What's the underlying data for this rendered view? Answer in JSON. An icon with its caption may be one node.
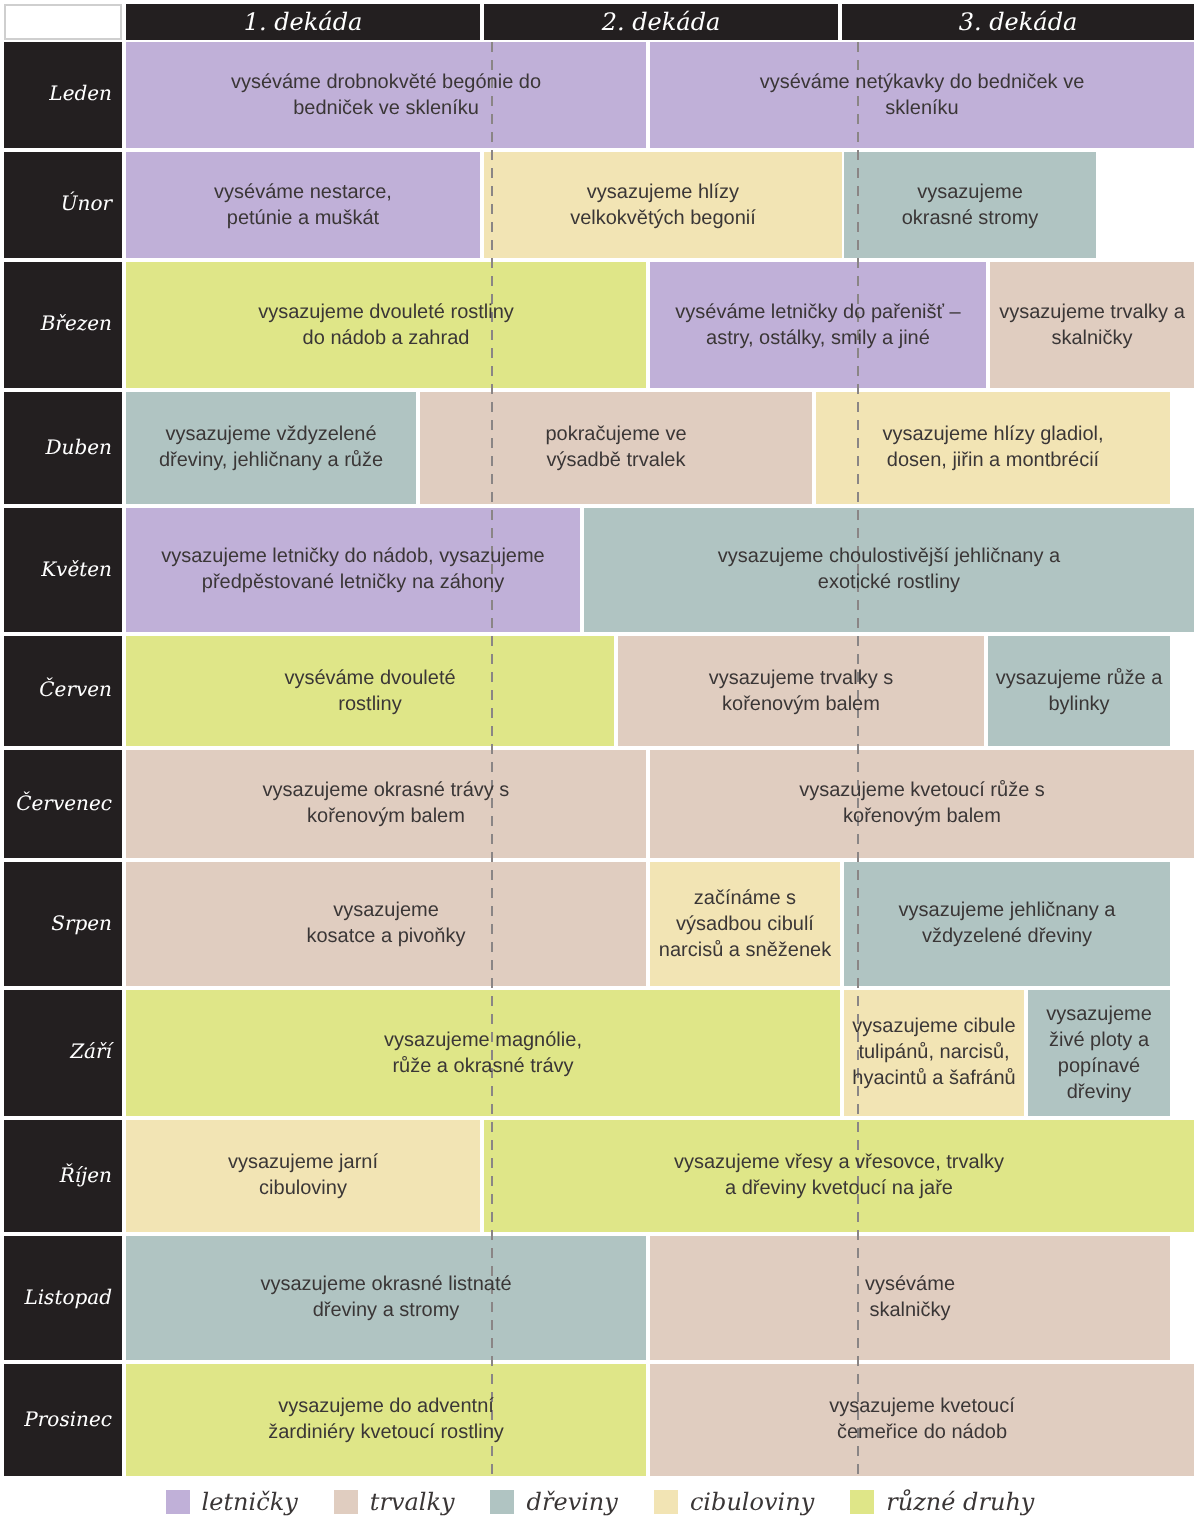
{
  "diagram": {
    "nodes": [
      {
        "text": [
          "1. dekáda"
        ]
      },
      {
        "text": [
          "2. dekáda"
        ]
      },
      {
        "text": [
          "3. dekáda"
        ]
      },
      {
        "text": [
          "Leden"
        ]
      },
      {
        "text": [
          "vyséváme drobnokvěté begónie do bedniček ve skleníku"
        ]
      },
      {
        "text": [
          "vyséváme netýkavky do bedniček ve skleníku"
        ]
      },
      {
        "text": [
          "Únor"
        ]
      },
      {
        "text": [
          "vyséváme nestarce, petúnie a muškát"
        ]
      },
      {
        "text": [
          "vysazujeme hlízy velkokvětých begonií"
        ]
      },
      {
        "text": [
          "vysazujeme okrasné stromy"
        ]
      },
      {
        "text": [
          "Březen"
        ]
      },
      {
        "text": [
          "vysazujeme dvouleté rostliny do nádob a zahrad"
        ]
      },
      {
        "text": [
          "vyséváme letničky do pařenišť – astry, ostálky, smily a jiné"
        ]
      },
      {
        "text": [
          "vysazujeme trvalky a skalničky"
        ]
      },
      {
        "text": [
          "Duben"
        ]
      },
      {
        "text": [
          "vysazujeme vždyzelené dřeviny, jehličnany a růže"
        ]
      },
      {
        "text": [
          "pokračujeme ve výsadbě trvalek"
        ]
      },
      {
        "text": [
          "vysazujeme hlízy gladiol, dosen, jiřin a montbrécií"
        ]
      },
      {
        "text": [
          "Květen"
        ]
      },
      {
        "text": [
          "vysazujeme letničky do nádob, vysazujeme předpěstované letničky na záhony"
        ]
      },
      {
        "text": [
          "vysazujeme choulostivější jehličnany a exotické rostliny"
        ]
      },
      {
        "text": [
          "Červen"
        ]
      },
      {
        "text": [
          "vyséváme dvouleté rostliny"
        ]
      },
      {
        "text": [
          "vysazujeme trvalky s kořenovým balem"
        ]
      },
      {
        "text": [
          "vysazujeme růže a bylinky"
        ]
      },
      {
        "text": [
          "Červenec"
        ]
      },
      {
        "text": [
          "vysazujeme okrasné trávy s kořenovým balem"
        ]
      },
      {
        "text": [
          "vysazujeme kvetoucí růže s kořenovým balem"
        ]
      },
      {
        "text": [
          "Srpen"
        ]
      },
      {
        "text": [
          "vysazujeme kosatce a pivoňky"
        ]
      },
      {
        "text": [
          "začínáme s výsadbou cibulí narcisů a sněženek"
        ]
      },
      {
        "text": [
          "vysazujeme jehličnany a vždyzelené dřeviny"
        ]
      },
      {
        "text": [
          "Září"
        ]
      },
      {
        "text": [
          "vysazujeme magnólie, růže a okrasné trávy"
        ]
      },
      {
        "text": [
          "vysazujeme cibule tulipánů, narcisů, hyacintů a šafránů"
        ]
      },
      {
        "text": [
          "vysazujeme živé ploty a popínavé dřeviny"
        ]
      },
      {
        "text": [
          "Říjen"
        ]
      },
      {
        "text": [
          "vysazujeme jarní cibuloviny"
        ]
      },
      {
        "text": [
          "vysazujeme vřesy a vřesovce, trvalky a dřeviny kvetoucí na jaře"
        ]
      },
      {
        "text": [
          "Listopad"
        ]
      },
      {
        "text": [
          "vysazujeme okrasné listnaté dřeviny a stromy"
        ]
      },
      {
        "text": [
          "vyséváme skalničky"
        ]
      },
      {
        "text": [
          "Prosinec"
        ]
      },
      {
        "text": [
          "vysazujeme do adventní žardiniéry kvetoucí rostliny"
        ]
      },
      {
        "text": [
          "vysazujeme kvetoucí čemeřice do nádob"
        ]
      }
    ],
    "legend": [
      {
        "text": "letničky",
        "color": "#c0b0d8"
      },
      {
        "text": "trvalky",
        "color": "#e0cdc0"
      },
      {
        "text": "dřeviny",
        "color": "#b0c4c2"
      },
      {
        "text": "cibuloviny",
        "color": "#f2e4b4"
      },
      {
        "text": "různé druhy",
        "color": "#dfe688"
      }
    ]
  }
}
